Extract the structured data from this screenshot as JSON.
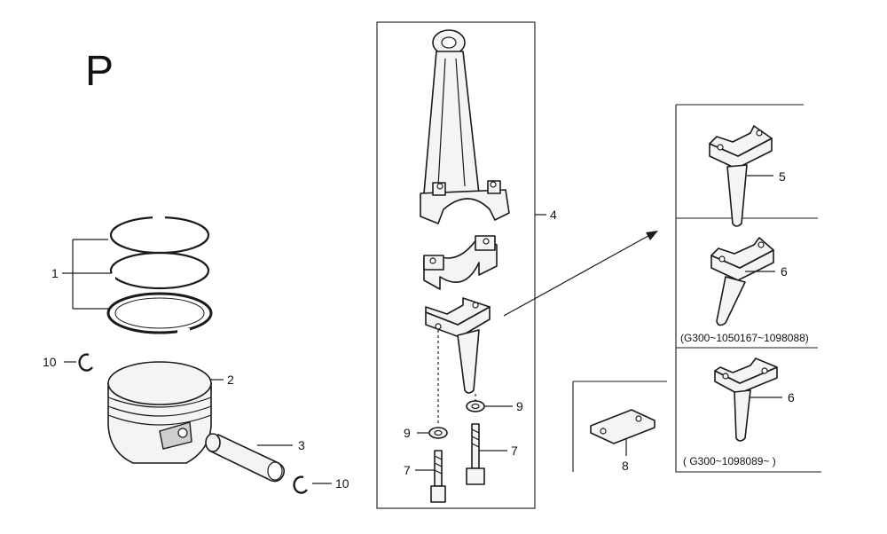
{
  "section_letter": "P",
  "callouts": {
    "piston_rings": "1",
    "piston": "2",
    "piston_pin": "3",
    "connecting_rod": "4",
    "oil_dipper_a": "5",
    "oil_dipper_b": "6",
    "oil_dipper_c": "6",
    "bolt_left": "7",
    "bolt_right": "7",
    "lock_plate": "8",
    "washer_left": "9",
    "washer_right": "9",
    "clip_left": "10",
    "clip_right": "10"
  },
  "captions": {
    "dipper_b_serial": "(G300~1050167~1098088)",
    "dipper_c_serial": "( G300~1098089~ )"
  }
}
